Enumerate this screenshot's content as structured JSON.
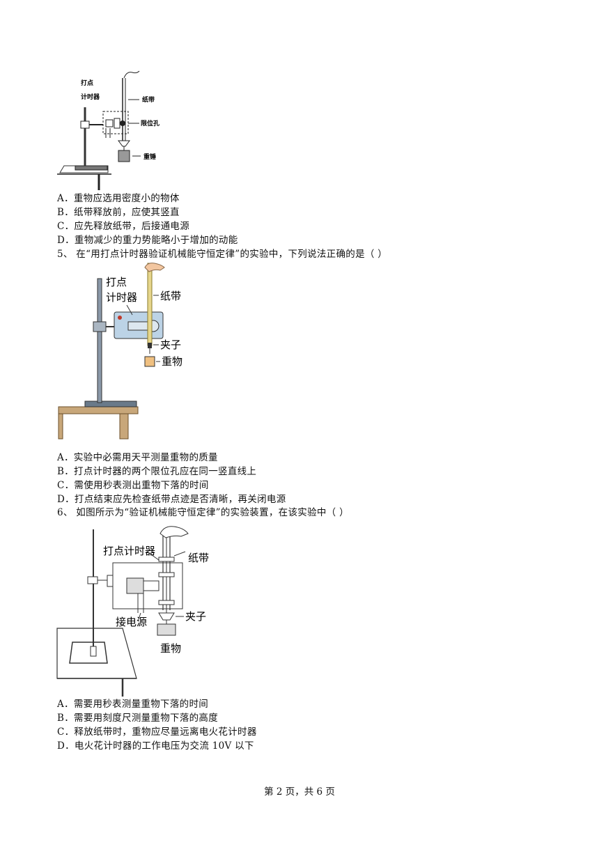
{
  "fig1": {
    "labels": [
      "打点",
      "计时器",
      "纸带",
      "限位孔",
      "重锤"
    ]
  },
  "q4_options": [
    "A．重物应选用密度小的物体",
    "B．纸带释放前，应使其竖直",
    "C．应先释放纸带，后接通电源",
    "D．重物减少的重力势能略小于增加的动能"
  ],
  "q5": {
    "stem": "5、  在“用打点计时器验证机械能守恒定律”的实验中，下列说法正确的是（        ）",
    "fig_labels": [
      "打点",
      "计时器",
      "纸带",
      "夹子",
      "重物"
    ],
    "options": [
      "A．实验中必需用天平测量重物的质量",
      "B．打点计时器的两个限位孔应在同一竖直线上",
      "C．需使用秒表测出重物下落的时间",
      "D．打点结束应先检查纸带点迹是否清晰，再关闭电源"
    ]
  },
  "q6": {
    "stem": "6、  如图所示为“验证机械能守恒定律”的实验装置，在该实验中（        ）",
    "fig_labels": [
      "打点计时器",
      "纸带",
      "接电源",
      "夹子",
      "重物"
    ],
    "options": [
      "A．需要用秒表测量重物下落的时间",
      "B．需要用刻度尺测量重物下落的高度",
      "C．释放纸带时，重物应尽量远离电火花计时器",
      "D．电火花计时器的工作电压为交流 10V 以下"
    ]
  },
  "footer": "第 2 页，共 6 页"
}
